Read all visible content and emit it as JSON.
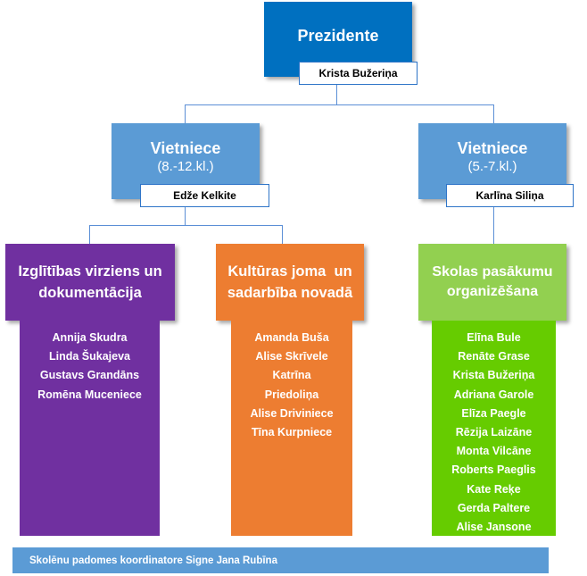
{
  "president": {
    "title": "Prezidente",
    "name": "Krista Bužeriņa"
  },
  "vice_left": {
    "title": "Vietniece",
    "subtitle": "(8.-12.kl.)",
    "name": "Edže Kelkite"
  },
  "vice_right": {
    "title": "Vietniece",
    "subtitle": "(5.-7.kl.)",
    "name": "Karlīna Siliņa"
  },
  "departments": [
    {
      "title_line1": "Izglītības virziens un",
      "title_line2": "dokumentācija",
      "members": [
        "Annija Skudra",
        "Linda Šukajeva",
        "Gustavs Grandāns",
        "Romēna Muceniece"
      ]
    },
    {
      "title_line1": "Kultūras joma  un",
      "title_line2": "sadarbība novadā",
      "members": [
        "Amanda Buša",
        "Alise Skrīvele",
        "Katrīna",
        "Priedoliņa",
        "Alise Driviniece",
        "Tīna Kurpniece"
      ]
    },
    {
      "title_line1": "Skolas pasākumu",
      "title_line2": "organizēšana",
      "members": [
        "Elīna Bule",
        "Renāte Grase",
        "Krista Bužeriņa",
        "Adriana Garole",
        "Elīza Paegle",
        "Rēzija Laizāne",
        "Monta Vilcāne",
        "Roberts Paeglis",
        "Kate Reķe",
        "Gerda Paltere",
        "Alise Jansone"
      ]
    }
  ],
  "footer": "Skolēnu padomes koordinatore Signe Jana Rubīna",
  "colors": {
    "president": "#0070c0",
    "vice": "#5b9bd5",
    "dept1": "#7030a0",
    "dept2": "#ed7d31",
    "dept3": "#92d050",
    "footer": "#5b9bd5",
    "connector": "#5b8fd6"
  }
}
